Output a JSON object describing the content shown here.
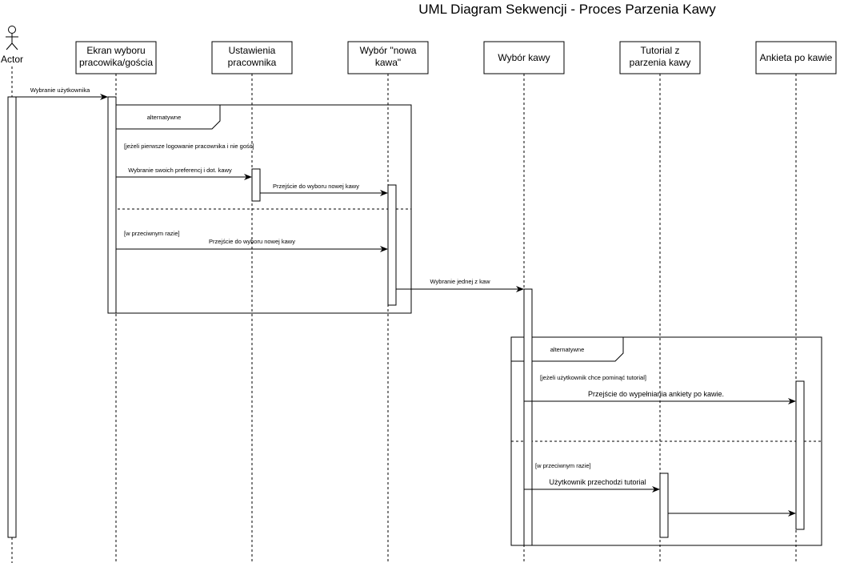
{
  "title": "UML Diagram Sekwencji - Proces Parzenia Kawy",
  "actor": {
    "label": "Actor"
  },
  "participants": [
    {
      "lines": [
        "Ekran wyboru",
        "pracowika/gościa"
      ]
    },
    {
      "lines": [
        "Ustawienia",
        "pracownika"
      ]
    },
    {
      "lines": [
        "Wybór \"nowa",
        "kawa\""
      ]
    },
    {
      "lines": [
        "Wybór kawy"
      ]
    },
    {
      "lines": [
        "Tutorial z",
        "parzenia kawy"
      ]
    },
    {
      "lines": [
        "Ankieta po kawie"
      ]
    }
  ],
  "messages": {
    "select_user": "Wybranie użytkownika",
    "set_prefs": "Wybranie swoich preferencj i dot. kawy",
    "to_new_coffee_1": "Przejście do wyboru nowej kawy",
    "to_new_coffee_2": "Przejście do wyboru nowej kawy",
    "select_coffee": "Wybranie jednej z kaw",
    "to_survey": "Przejście do wypełniania ankiety po kawie.",
    "do_tutorial": "Użytkownik przechodzi tutorial"
  },
  "fragments": [
    {
      "operator": "alternatywne",
      "guard_1": "[jeżeli pierwsze logowanie pracownika i nie gość]",
      "guard_2": "[w przeciwnym razie]"
    },
    {
      "operator": "alternatywne",
      "guard_1": "[jeżeli użytkownik chce pominąć tutorial]",
      "guard_2": "[w przeciwnym razie]"
    }
  ]
}
